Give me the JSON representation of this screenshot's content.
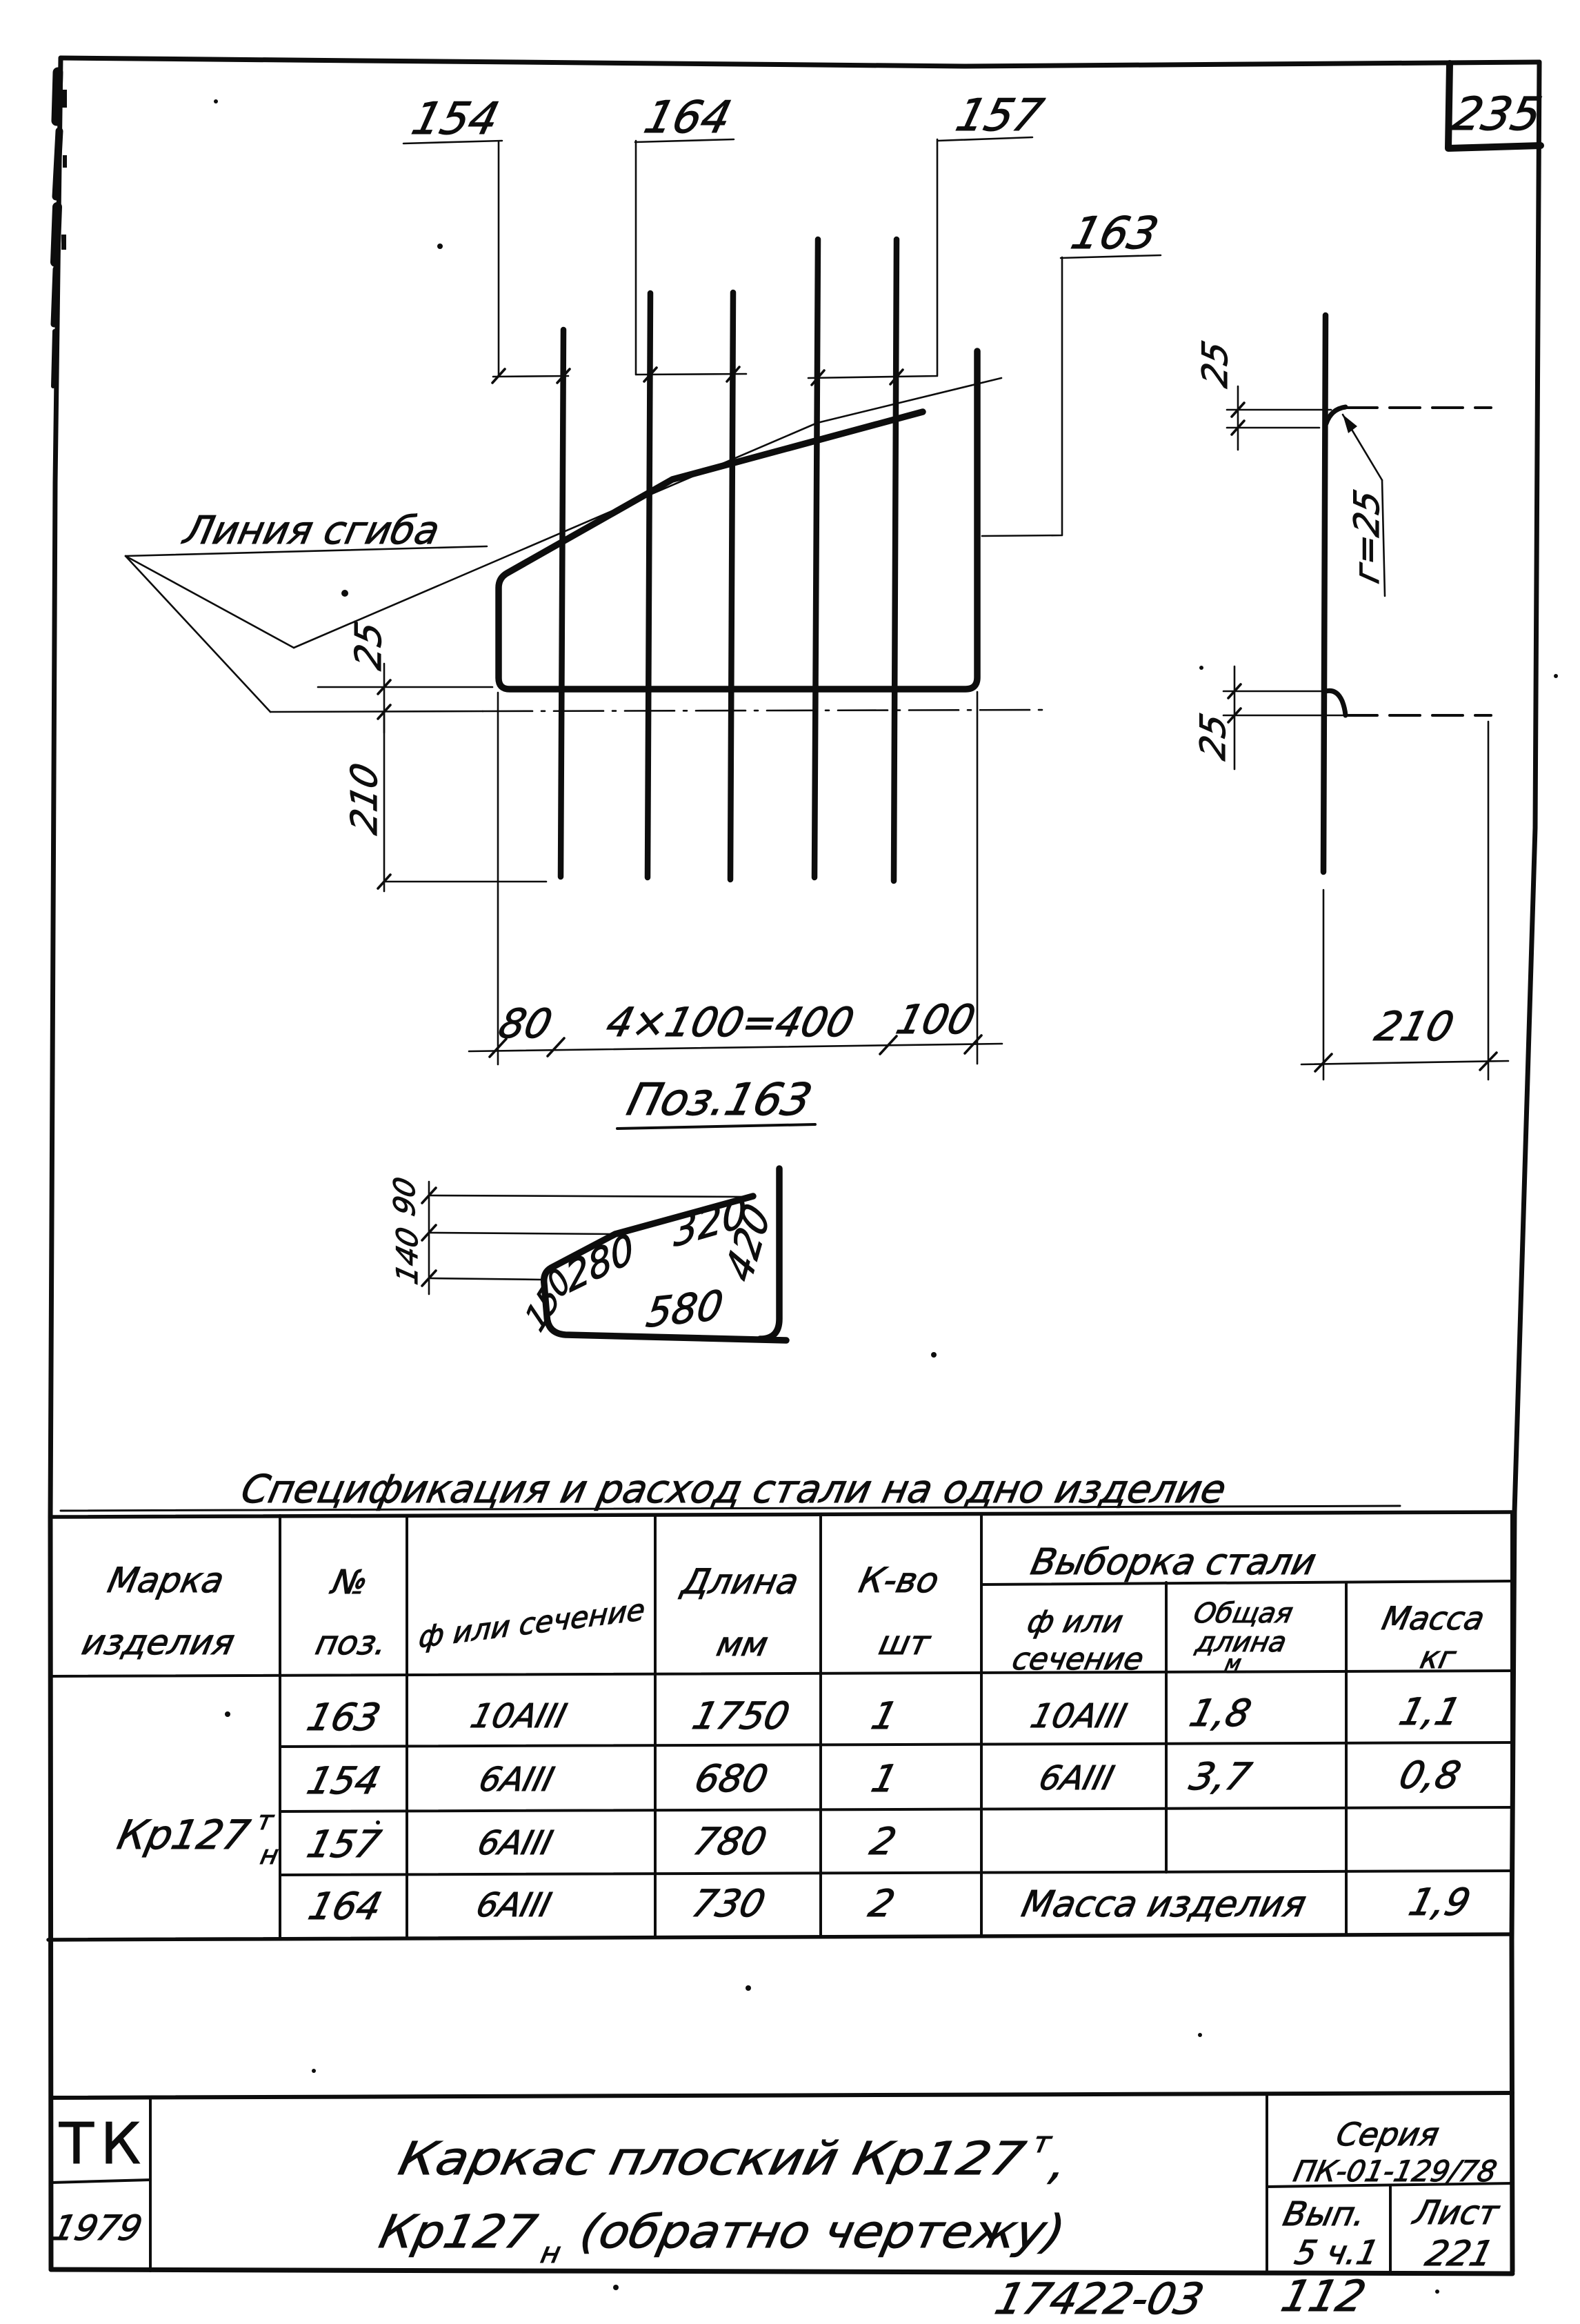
{
  "sheet": {
    "page_number": "235"
  },
  "drawing": {
    "fold_label": "Линия сгиба",
    "bar_labels": {
      "b154": "154",
      "b164": "164",
      "b157": "157",
      "b163": "163"
    },
    "dim_25_fold": "25",
    "dim_210_left": "210",
    "dim_80": "80",
    "dim_400": "4×100=400",
    "dim_100": "100",
    "caption_pos163": "Поз.163",
    "detail163": {
      "seg_150": "150",
      "seg_280": "280",
      "seg_320": "320",
      "seg_580": "580",
      "seg_420": "420",
      "rise_90": "90",
      "rise_140": "140"
    },
    "side_view": {
      "dim_25_top": "25",
      "dim_25_bottom": "25",
      "hook_note": "г=25",
      "dim_210": "210"
    }
  },
  "spec_table": {
    "title": "Спецификация и расход стали на одно изделие",
    "col_marka_1": "Марка",
    "col_marka_2": "изделия",
    "col_pos_1": "№",
    "col_pos_2": "поз.",
    "col_section": "ф или сечение",
    "col_length_1": "Длина",
    "col_length_2": "мм",
    "col_qty_1": "К-во",
    "col_qty_2": "шт",
    "col_steel": "Выборка стали",
    "col_steel_section_1": "ф или",
    "col_steel_section_2": "сечение",
    "col_steel_length_1": "Общая",
    "col_steel_length_2": "длина",
    "col_steel_length_3": "м",
    "col_steel_mass_1": "Масса",
    "col_steel_mass_2": "кг",
    "marka": {
      "base": "Кр127",
      "sup": "т",
      "sub": "н"
    },
    "rows": [
      {
        "pos": "163",
        "section": "10AIII",
        "length": "1750",
        "qty": "1",
        "steel_section": "10AIII",
        "steel_length": "1,8",
        "steel_mass": "1,1"
      },
      {
        "pos": "154",
        "section": "6AIII",
        "length": "680",
        "qty": "1",
        "steel_section": "6AIII",
        "steel_length": "3,7",
        "steel_mass": "0,8"
      },
      {
        "pos": "157",
        "section": "6AIII",
        "length": "780",
        "qty": "2",
        "steel_section": "",
        "steel_length": "",
        "steel_mass": ""
      },
      {
        "pos": "164",
        "section": "6AIII",
        "length": "730",
        "qty": "2",
        "steel_section": "",
        "steel_length": "",
        "steel_mass": ""
      }
    ],
    "product_mass_label": "Масса изделия",
    "product_mass_value": "1,9"
  },
  "title_block": {
    "stamp": "ТК",
    "year": "1979",
    "title_1a": "Каркас плоский Кр127",
    "title_1_sup": "т",
    "title_1b": ",",
    "title_2a": "Кр127",
    "title_2_sub": "н",
    "title_2b": "(обратно чертежу)",
    "series_label": "Серия",
    "series_value": "ПК-01-129/78",
    "issue_label": "Вып.",
    "issue_value": "5 ч.1",
    "sheet_label": "Лист",
    "sheet_value": "221"
  },
  "footnote": {
    "code": "17422-03",
    "number": "112"
  }
}
